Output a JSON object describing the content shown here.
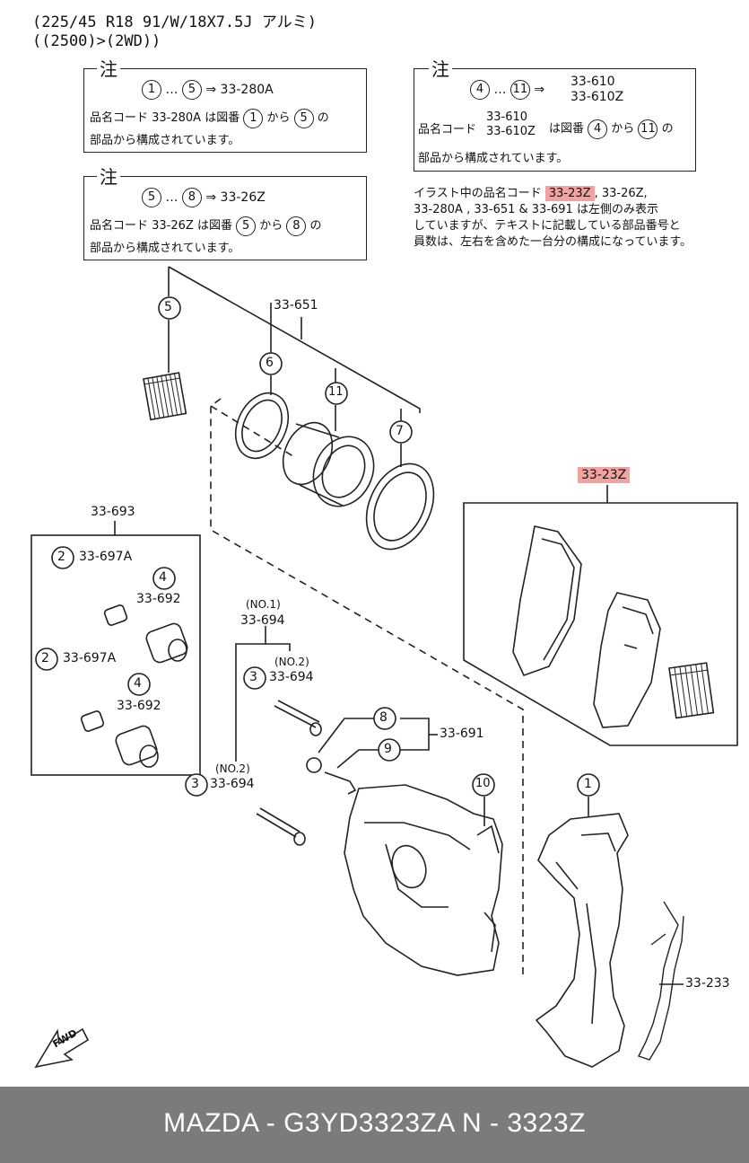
{
  "header": {
    "line1": "(225/45 R18 91/W/18X7.5J アルミ)",
    "line2": "((2500)>(2WD))"
  },
  "notes": {
    "mark": "注",
    "note1": {
      "from": "1",
      "to": "5",
      "code": "33-280A",
      "text_a": "品名コード 33-280A は図番",
      "text_b": "から",
      "text_c": "の",
      "text_d": "部品から構成されています。"
    },
    "note2": {
      "from": "5",
      "to": "8",
      "code": "33-26Z",
      "text_a": "品名コード  33-26Z  は図番",
      "text_b": "から",
      "text_c": "の",
      "text_d": "部品から構成されています。"
    },
    "note3": {
      "from": "4",
      "to": "11",
      "code1": "33-610",
      "code2": "33-610Z",
      "text_a": "品名コード",
      "text_b": "は図番",
      "text_c": "から",
      "text_d": "の",
      "text_e": "部品から構成されています。"
    }
  },
  "callout": {
    "pre": "イラスト中の品名コード",
    "highlight": "33-23Z",
    "line1_post": ", 33-26Z,",
    "line2": "33-280A , 33-651 & 33-691 は左側のみ表示",
    "line3": "していますが、テキストに記載している部品番号と",
    "line4": "員数は、左右を含めた一台分の構成になっています。"
  },
  "labels": {
    "part_33_651": "33-651",
    "part_33_23z": "33-23Z",
    "part_33_693": "33-693",
    "part_33_697a_1": "33-697A",
    "part_33_692_1": "33-692",
    "part_33_697a_2": "33-697A",
    "part_33_692_2": "33-692",
    "no1": "(NO.1)",
    "part_33_694_no1": "33-694",
    "no2_a": "(NO.2)",
    "part_33_694_a": "33-694",
    "no2_b": "(NO.2)",
    "part_33_694_b": "33-694",
    "part_33_691": "33-691",
    "part_33_233": "33-233",
    "fwd": "FWD"
  },
  "callout_numbers": {
    "n1": "1",
    "n2a": "2",
    "n2b": "2",
    "n3a": "3",
    "n3b": "3",
    "n4a": "4",
    "n4b": "4",
    "n5": "5",
    "n6": "6",
    "n7": "7",
    "n8": "8",
    "n9": "9",
    "n10": "10",
    "n11": "11"
  },
  "footer": {
    "text": "MAZDA - G3YD3323ZA     N - 3323Z"
  },
  "colors": {
    "highlight": "#f3a2a2",
    "footer_bg": "#7b7b7b",
    "footer_text": "#ffffff"
  }
}
